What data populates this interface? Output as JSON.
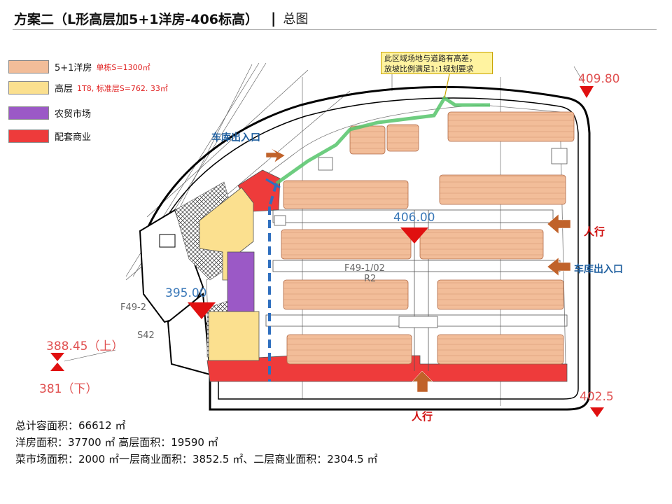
{
  "title": {
    "main": "方案二（L形高层加5+1洋房-406标高）",
    "separator": "|",
    "sub": "总图"
  },
  "legend": [
    {
      "label": "5+1洋房",
      "note": "单栋S=1300㎡",
      "color": "#f2bd99"
    },
    {
      "label": "高层",
      "note": "1T8, 标准层S=762. 33㎡",
      "color": "#fbe08f"
    },
    {
      "label": "农贸市场",
      "note": "",
      "color": "#9b59c6"
    },
    {
      "label": "配套商业",
      "note": "",
      "color": "#ee3b3b"
    }
  ],
  "callout": {
    "line1": "此区域场地与道路有高差，",
    "line2": "放坡比例满足1:1规划要求"
  },
  "elevations": {
    "ne": "409.80",
    "center": "406.00",
    "west": "395.00",
    "sw_up": "388.45（上）",
    "sw_down": "381（下）",
    "se": "402.5"
  },
  "entrances": {
    "garage_north": "车库出入口",
    "garage_east": "车库出入口",
    "ped_east": "人行",
    "ped_south": "人行"
  },
  "plot_ids": {
    "west": "F49-2",
    "west_code": "S42",
    "center": "F49-1/02",
    "center_code": "R2"
  },
  "stats": {
    "total": "总计容面积：66612 ㎡",
    "villa_and_high": "洋房面积：37700 ㎡    高层面积：19590 ㎡",
    "market_and_retail": "菜市场面积：2000 ㎡一层商业面积：3852.5 ㎡、二层商业面积：2304.5 ㎡"
  },
  "colors": {
    "villa": "#f2bd99",
    "highrise": "#fbe08f",
    "market": "#9b59c6",
    "retail": "#ee3b3b",
    "green_path": "#55c46a",
    "blue_dash": "#2f6fbf",
    "arrow_red": "#e01010",
    "arrow_orange": "#c0622a"
  }
}
